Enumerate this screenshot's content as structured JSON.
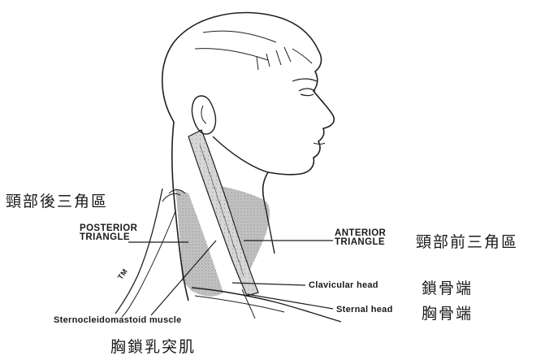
{
  "labels": {
    "posterior_cn": "頸部後三角區",
    "posterior_en_1": "POSTERIOR",
    "posterior_en_2": "TRIANGLE",
    "anterior_en_1": "ANTERIOR",
    "anterior_en_2": "TRIANGLE",
    "anterior_cn": "頸部前三角區",
    "clavicular_en": "Clavicular head",
    "clavicular_cn": "鎖骨端",
    "sternal_en": "Sternal head",
    "sternal_cn": "胸骨端",
    "muscle_en": "Sternocleidomastoid muscle",
    "muscle_cn": "胸鎖乳突肌",
    "small_label": "TM"
  },
  "colors": {
    "line": "#1f1f1f",
    "shade": "#bdbdbd",
    "shade_dark": "#9a9a9a",
    "background": "#ffffff"
  }
}
